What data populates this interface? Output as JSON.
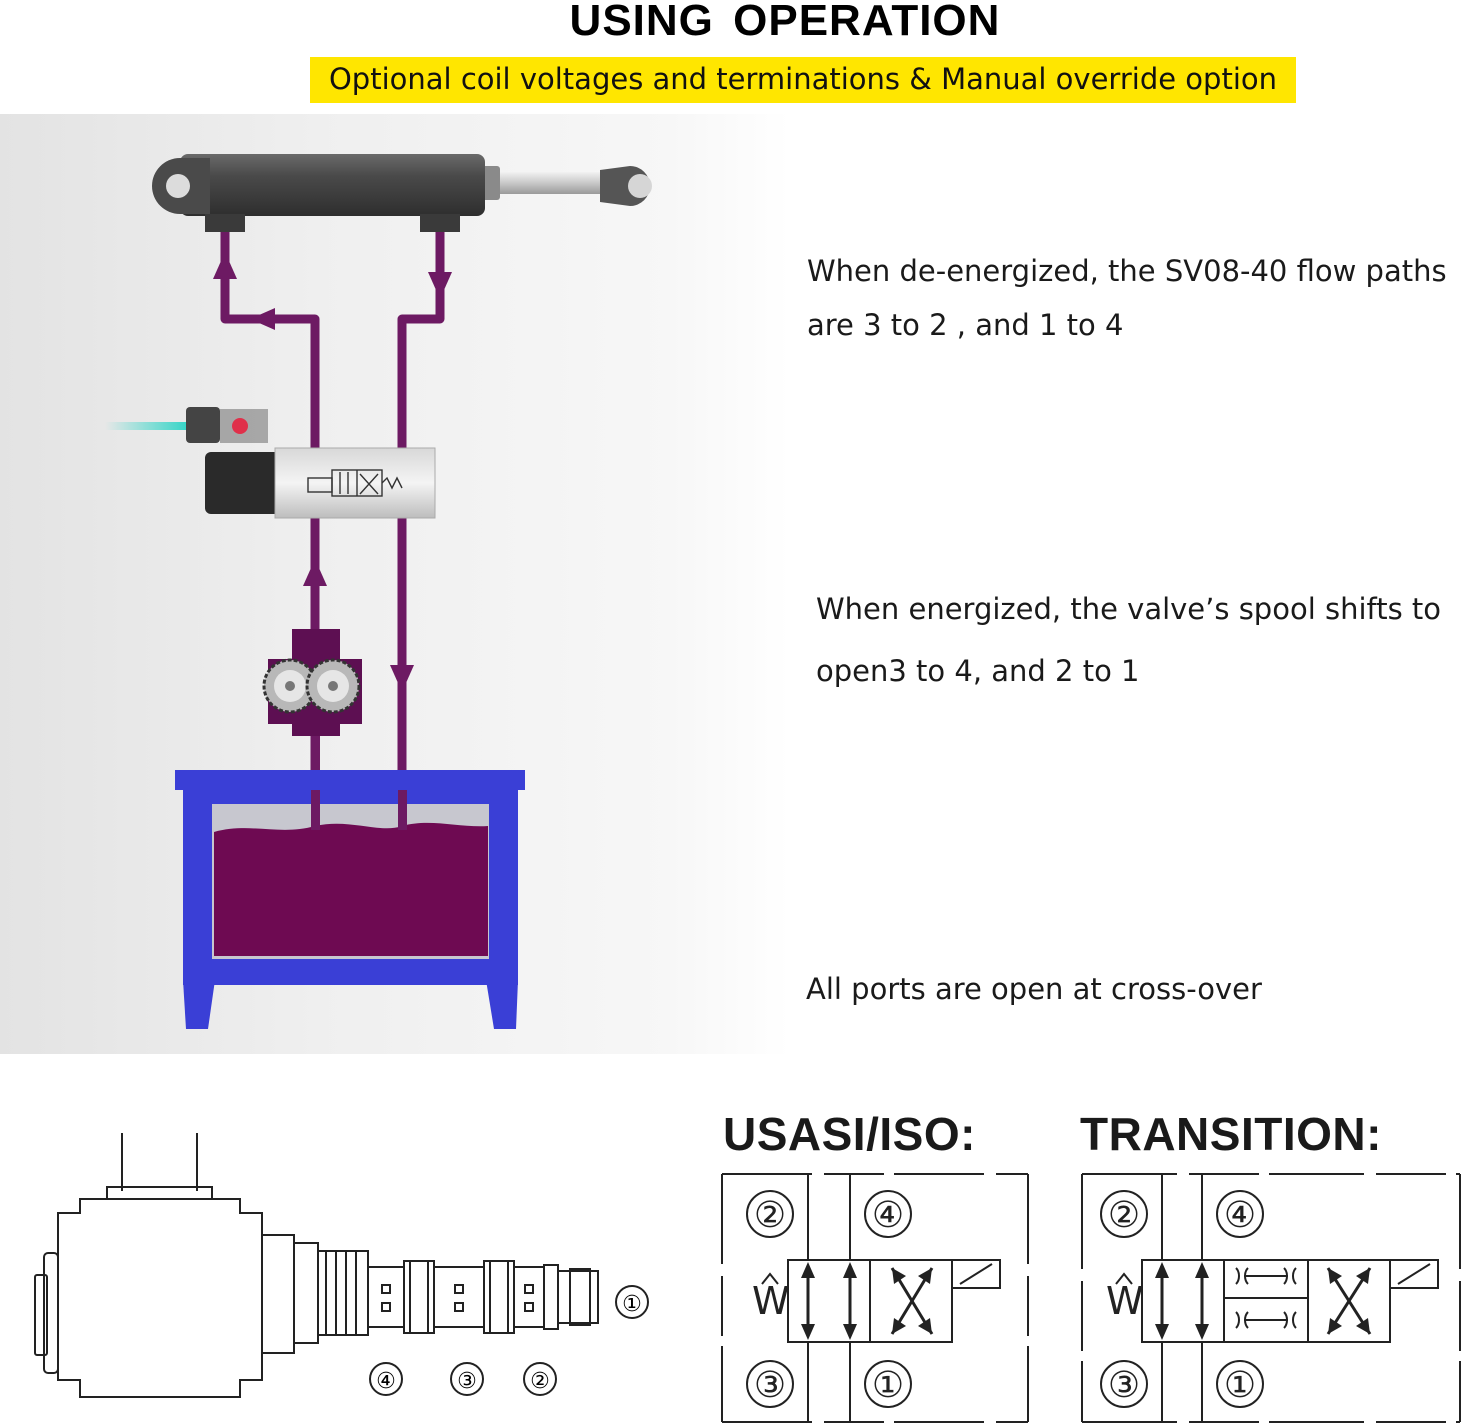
{
  "header": {
    "title": "USING  OPERATION",
    "subtitle": "Optional coil voltages and terminations & Manual override option"
  },
  "descriptions": {
    "de_energized_line1": "When de-energized, the SV08-40 flow paths",
    "de_energized_line2": "are 3 to 2 , and 1 to 4",
    "energized_line1": "When energized, the valve’s spool shifts to",
    "energized_line2": "open3 to 4, and 2 to 1",
    "cross_over": "All ports are open at cross-over"
  },
  "valve_drawing": {
    "port_labels": [
      "①",
      "④",
      "③",
      "②"
    ]
  },
  "symbols": {
    "iso_heading": "USASI/ISO:",
    "transition_heading": "TRANSITION:",
    "port_top_left": "②",
    "port_top_right": "④",
    "port_bottom_left": "③",
    "port_bottom_right": "①",
    "spring_label": "W"
  },
  "colors": {
    "banner": "#ffe600",
    "pipe": "#6d1a63",
    "tank": "#3a3fd6",
    "fluid": "#6e0a52"
  }
}
